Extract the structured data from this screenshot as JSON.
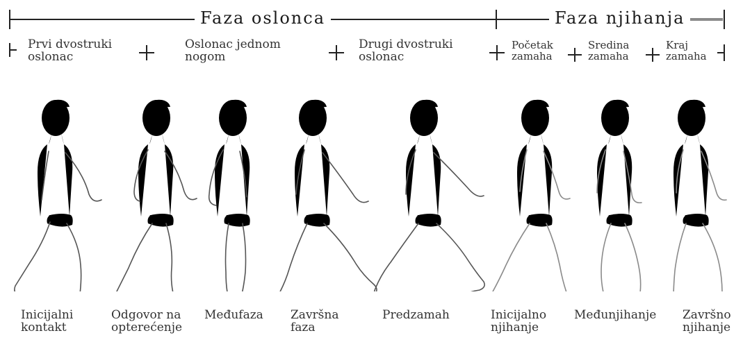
{
  "header": {
    "stance_phase": "Faza oslonca",
    "swing_phase": "Faza njihanja"
  },
  "subphases": [
    {
      "line1": "Prvi dvostruki",
      "line2": "oslonac"
    },
    {
      "line1": "Oslonac jednom",
      "line2": "nogom"
    },
    {
      "line1": "Drugi dvostruki",
      "line2": "oslonac"
    },
    {
      "line1": "Početak",
      "line2": "zamaha"
    },
    {
      "line1": "Sredina",
      "line2": "zamaha"
    },
    {
      "line1": "Kraj",
      "line2": "zamaha"
    }
  ],
  "captions": [
    {
      "line1": "Inicijalni",
      "line2": "kontakt"
    },
    {
      "line1": "Odgovor na",
      "line2": "opterećenje"
    },
    {
      "line1": "Međufaza",
      "line2": ""
    },
    {
      "line1": "Završna",
      "line2": "faza"
    },
    {
      "line1": "Predzamah",
      "line2": ""
    },
    {
      "line1": "Inicijalno",
      "line2": "njihanje"
    },
    {
      "line1": "Međunjihanje",
      "line2": ""
    },
    {
      "line1": "Završno",
      "line2": "njihanje"
    }
  ],
  "figures": [
    {
      "name": "figure-initial-contact",
      "style": "dark"
    },
    {
      "name": "figure-loading-response",
      "style": "dark"
    },
    {
      "name": "figure-mid-stance",
      "style": "dark"
    },
    {
      "name": "figure-terminal-stance",
      "style": "dark"
    },
    {
      "name": "figure-pre-swing",
      "style": "dark"
    },
    {
      "name": "figure-initial-swing",
      "style": "light"
    },
    {
      "name": "figure-mid-swing",
      "style": "light"
    },
    {
      "name": "figure-terminal-swing",
      "style": "light"
    }
  ],
  "colors": {
    "line": "#222222",
    "gray_bar": "#8a8a8a",
    "figure_dark": "#555555",
    "figure_light": "#8a8a8a"
  }
}
